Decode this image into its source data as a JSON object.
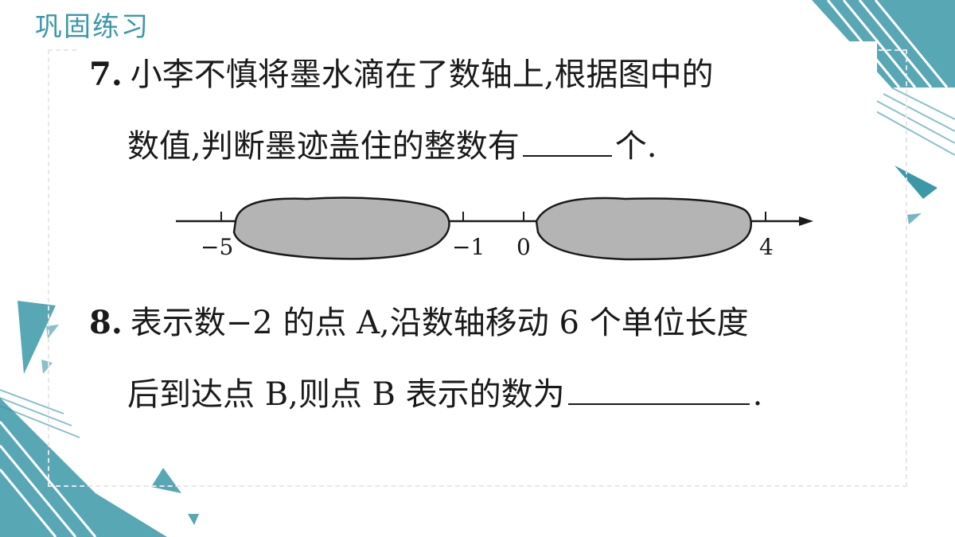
{
  "slide": {
    "title": "巩固练习"
  },
  "question7": {
    "number": "7.",
    "line1": "小李不慎将墨水滴在了数轴上,根据图中的",
    "line2": "数值,判断墨迹盖住的整数有",
    "after_blank": "个."
  },
  "number_line": {
    "tick_labels": [
      "−5",
      "−1",
      "0",
      "4"
    ],
    "ink_color": "#b4b4b4"
  },
  "question8": {
    "number": "8.",
    "line1": "表示数−2 的点 A,沿数轴移动 6 个单位长度",
    "line2": "后到达点 B,则点 B 表示的数为",
    "after_blank": "."
  },
  "colors": {
    "accent": "#3b98a8",
    "dark_accent": "#2f7f8f"
  }
}
